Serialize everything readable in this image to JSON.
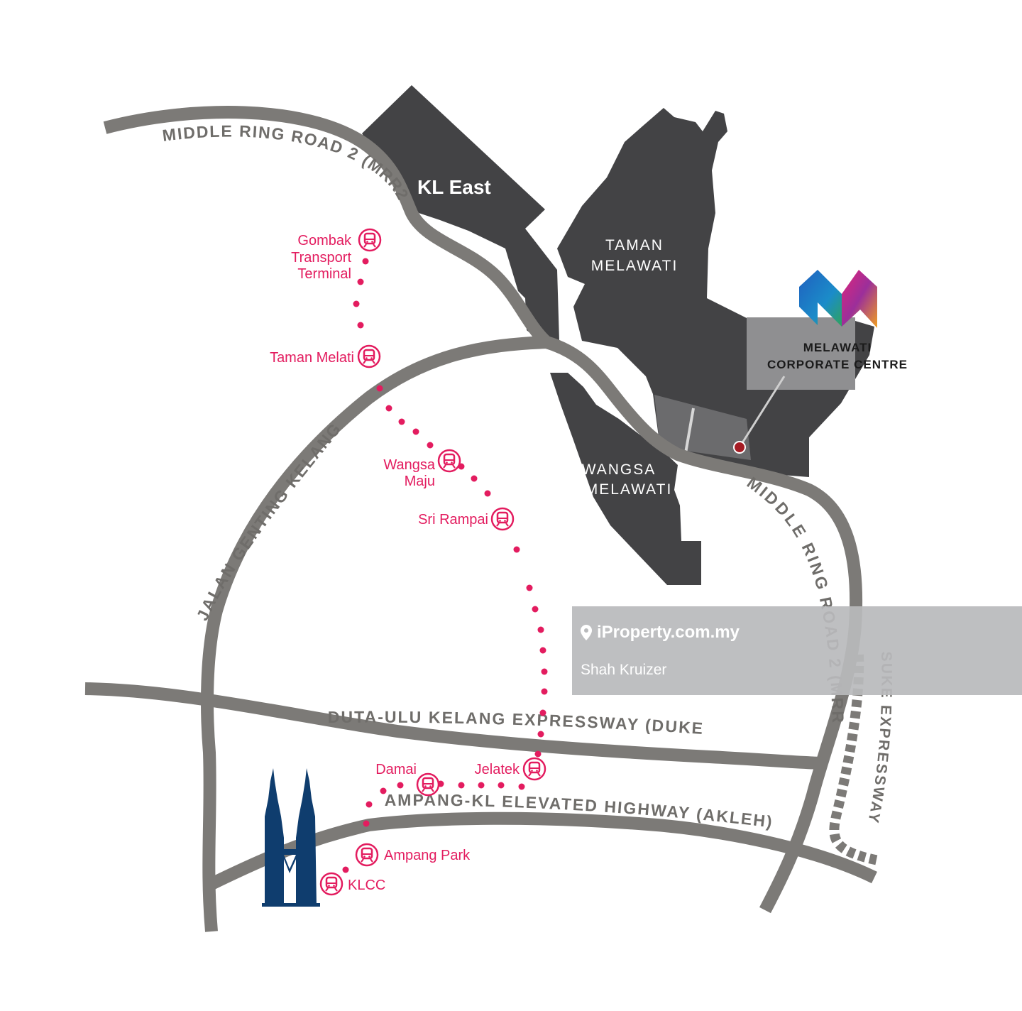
{
  "map": {
    "areas": {
      "kl_east": "KL East",
      "taman_melawati_line1": "TAMAN",
      "taman_melawati_line2": "MELAWATI",
      "wangsa_melawati_line1": "WANGSA",
      "wangsa_melawati_line2": "MELAWATI"
    },
    "roads": {
      "mrr2_north": "MIDDLE RING ROAD 2 (MRR2)",
      "mrr2_east": "MIDDLE RING ROAD 2 (MRR2)",
      "jalan_genting_kelang": "JALAN GENTING KELANG",
      "duke": "DUTA-ULU KELANG EXPRESSWAY (DUKE)",
      "akleh": "AMPANG-KL ELEVATED HIGHWAY (AKLEH)",
      "suke": "SUKE EXPRESSWAY"
    },
    "stations": {
      "gombak_line1": "Gombak",
      "gombak_line2": "Transport",
      "gombak_line3": "Terminal",
      "taman_melati": "Taman Melati",
      "wangsa_maju_line1": "Wangsa",
      "wangsa_maju_line2": "Maju",
      "sri_rampai": "Sri Rampai",
      "jelatek": "Jelatek",
      "damai": "Damai",
      "ampang_park": "Ampang Park",
      "klcc": "KLCC"
    },
    "development": {
      "line1": "MELAWATI",
      "line2": "CORPORATE CENTRE"
    },
    "watermark": {
      "site": "iProperty.com.my",
      "agent": "Shah Kruizer"
    },
    "colors": {
      "road": "#7c7a77",
      "area": "#434345",
      "rail": "#e31c5f",
      "tower": "#0f3d6e",
      "pin": "#a51c24"
    },
    "icons": [
      "train-station-icon",
      "location-pin-icon",
      "twin-towers-icon",
      "melawati-logo-icon"
    ]
  }
}
